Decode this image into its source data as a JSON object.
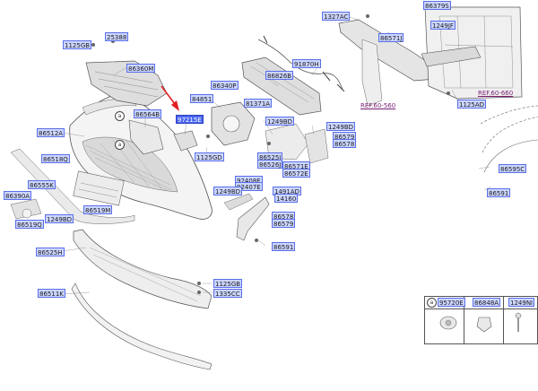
{
  "colors": {
    "label_fill": "#ccd6ff",
    "label_border": "#5a6ee8",
    "highlight_fill": "#4a66f0",
    "reference_text": "#7a1e72",
    "pointer_arrow": "#e02020",
    "line_art": "#555555"
  },
  "callouts": {
    "p25388": "25388",
    "p1125gb_a": "1125GB",
    "p86360m": "86360M",
    "p86564b": "86564B",
    "p86512a": "86512A",
    "p84851": "84851",
    "p97215e": "97215E",
    "p86340p": "86340P",
    "p81371a": "81371A",
    "p1125gd": "1125GD",
    "p1249bd_a": "1249BD",
    "p1249bd_b": "1249BD",
    "p86579": "86579",
    "p86578": "86578",
    "p86525j": "86525J",
    "p86526j": "86526J",
    "p86571e": "86571E",
    "p86572e": "86572E",
    "p92408e": "92408E",
    "p92407e": "92407E",
    "p1249bd_c": "1249BD",
    "p1491ad": "1491AD",
    "p14160": "14160",
    "p86578b": "86578",
    "p86579b": "86579",
    "p86591_a": "86591",
    "p86518q": "86518Q",
    "p86555k": "86555K",
    "p86390a": "86390A",
    "p86519q": "86519Q",
    "p86519m": "86519M",
    "p1249bd_d": "1249BD",
    "p86525h": "86525H",
    "p86511k": "86511K",
    "p1125gb_b": "1125GB",
    "p1335cc": "1335CC",
    "p86826b": "86826B",
    "p91870h": "91870H",
    "p1327ac": "1327AC",
    "p86571j": "86571J",
    "p86379s": "86379S",
    "p1249jf": "1249JF",
    "p1125ad": "1125AD",
    "p86595c": "86595C",
    "p86591_b": "86591"
  },
  "references": {
    "ref1": "REF.60-560",
    "ref2": "REF.60-660"
  },
  "legend": {
    "a_marker": "a",
    "col1_part": "95720E",
    "col2_part": "86848A",
    "col3_part": "1249NI"
  },
  "markers": {
    "a": "a"
  }
}
